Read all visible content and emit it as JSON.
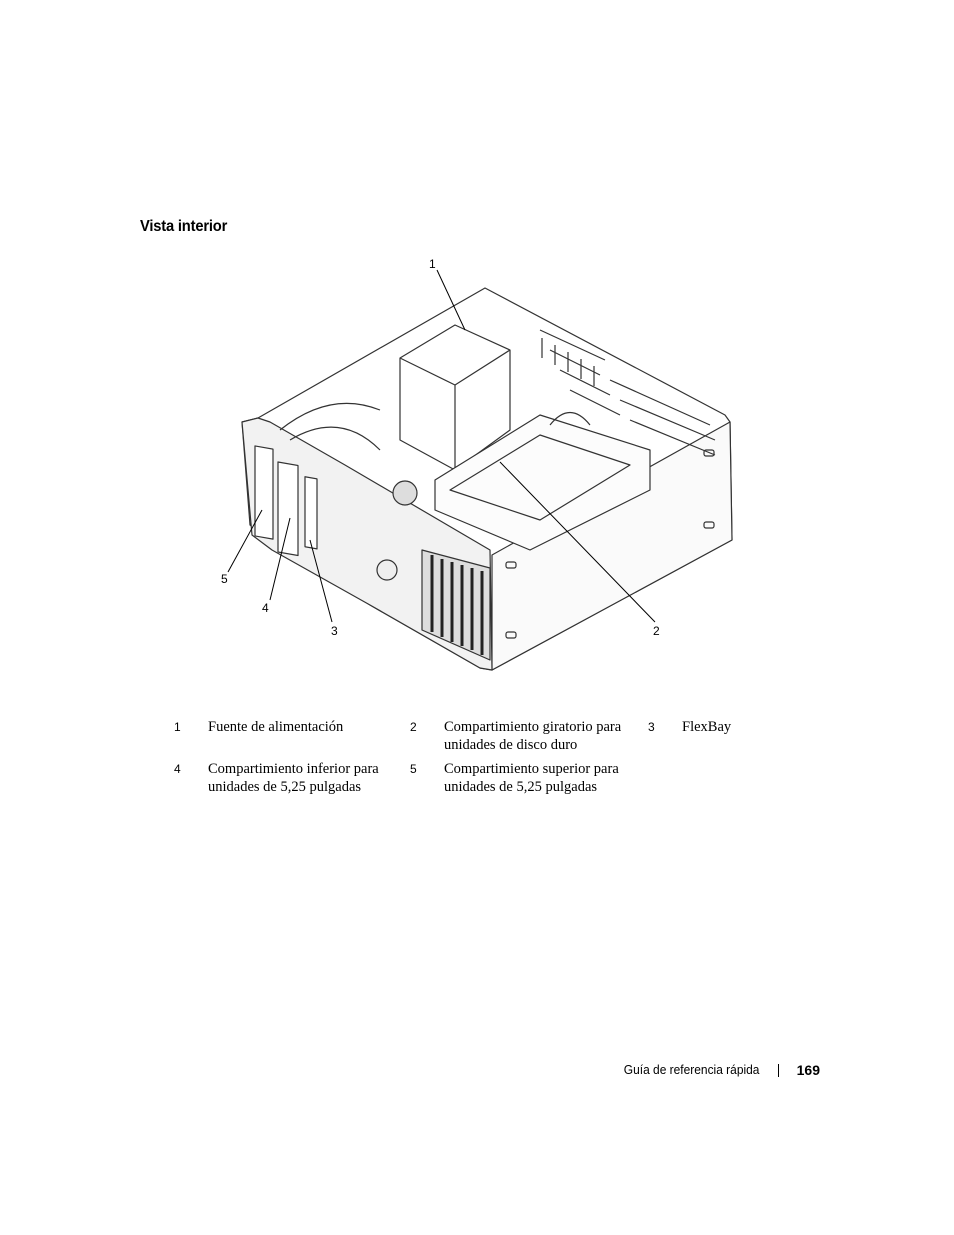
{
  "section": {
    "title": "Vista interior"
  },
  "figure": {
    "callouts": [
      "1",
      "2",
      "3",
      "4",
      "5"
    ]
  },
  "legend": {
    "rows": [
      [
        {
          "num": "1",
          "text": "Fuente de alimentación"
        },
        {
          "num": "2",
          "text": "Compartimiento giratorio para unidades de disco duro"
        },
        {
          "num": "3",
          "text": "FlexBay"
        }
      ],
      [
        {
          "num": "4",
          "text": "Compartimiento inferior para unidades de 5,25 pulgadas"
        },
        {
          "num": "5",
          "text": "Compartimiento superior para unidades de 5,25 pulgadas"
        },
        {
          "num": "",
          "text": ""
        }
      ]
    ]
  },
  "footer": {
    "title": "Guía de referencia rápida",
    "page": "169"
  }
}
